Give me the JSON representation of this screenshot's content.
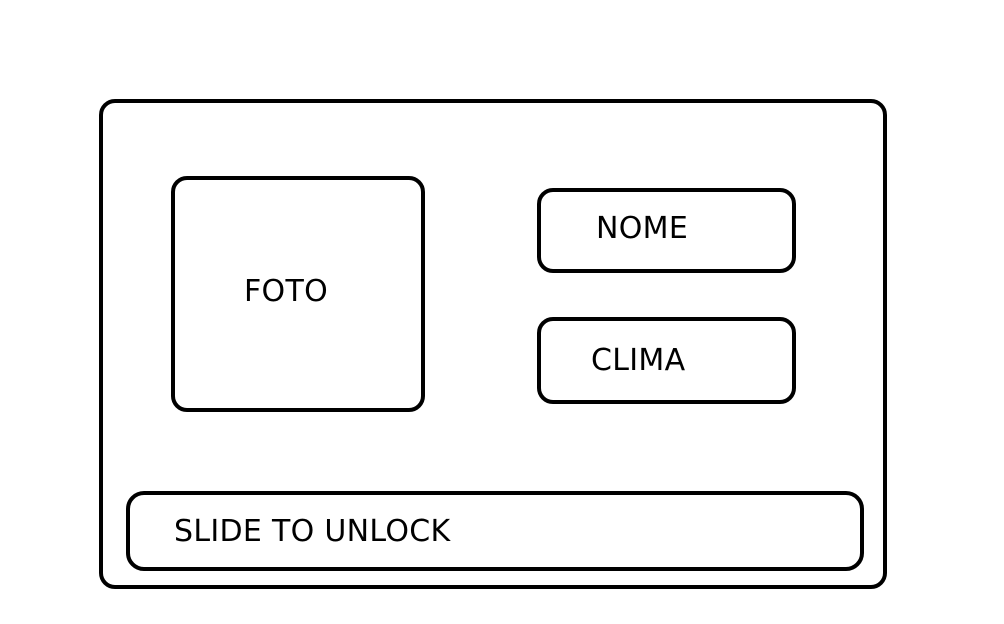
{
  "device": {
    "photo_label": "FOTO",
    "name_label": "NOME",
    "weather_label": "CLIMA",
    "unlock_label": "SLIDE TO UNLOCK"
  },
  "colors": {
    "stroke": "#000000",
    "background": "#ffffff"
  }
}
